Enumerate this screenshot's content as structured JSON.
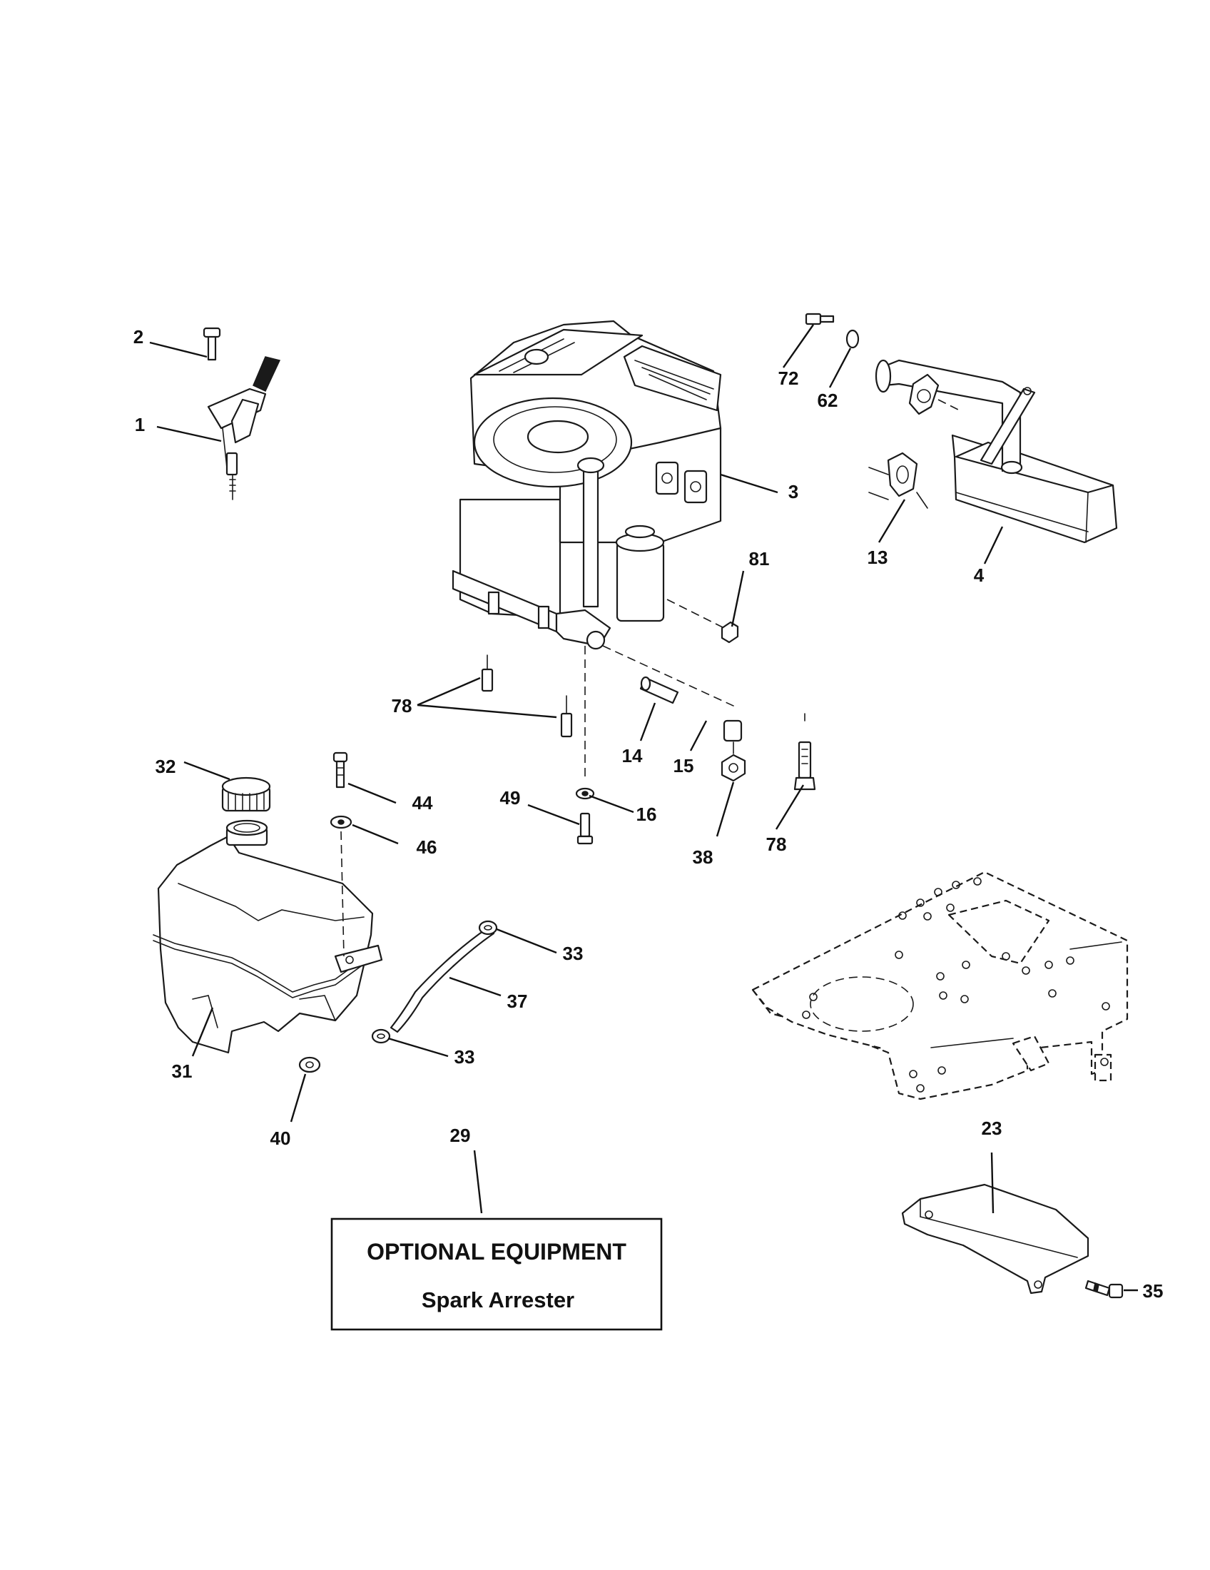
{
  "callouts": [
    {
      "id": "c1",
      "number": "1"
    },
    {
      "id": "c2",
      "number": "2"
    },
    {
      "id": "c3",
      "number": "3"
    },
    {
      "id": "c4",
      "number": "4"
    },
    {
      "id": "c13",
      "number": "13"
    },
    {
      "id": "c14",
      "number": "14"
    },
    {
      "id": "c15",
      "number": "15"
    },
    {
      "id": "c16",
      "number": "16"
    },
    {
      "id": "c23",
      "number": "23"
    },
    {
      "id": "c29",
      "number": "29"
    },
    {
      "id": "c31",
      "number": "31"
    },
    {
      "id": "c32",
      "number": "32"
    },
    {
      "id": "c33a",
      "number": "33"
    },
    {
      "id": "c33b",
      "number": "33"
    },
    {
      "id": "c35",
      "number": "35"
    },
    {
      "id": "c37",
      "number": "37"
    },
    {
      "id": "c38",
      "number": "38"
    },
    {
      "id": "c40",
      "number": "40"
    },
    {
      "id": "c44",
      "number": "44"
    },
    {
      "id": "c46",
      "number": "46"
    },
    {
      "id": "c49",
      "number": "49"
    },
    {
      "id": "c62",
      "number": "62"
    },
    {
      "id": "c72",
      "number": "72"
    },
    {
      "id": "c78a",
      "number": "78"
    },
    {
      "id": "c78b",
      "number": "78"
    },
    {
      "id": "c81",
      "number": "81"
    }
  ],
  "optional_box": {
    "title": "OPTIONAL EQUIPMENT",
    "subtitle": "Spark Arrester"
  }
}
